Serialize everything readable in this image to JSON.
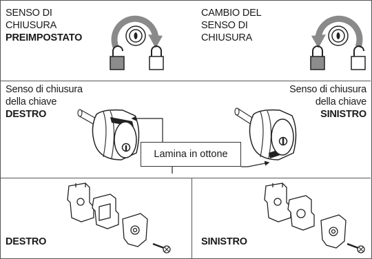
{
  "top_left": {
    "line1": "SENSO DI",
    "line2": "CHIUSURA",
    "line3": "PREIMPOSTATO"
  },
  "top_right": {
    "line1": "CAMBIO DEL",
    "line2": "SENSO DI",
    "line3": "CHIUSURA"
  },
  "middle_left": {
    "line1": "Senso di chiusura",
    "line2": "della chiave",
    "line3": "DESTRO"
  },
  "middle_right": {
    "line1": "Senso di chiusura",
    "line2": "della chiave",
    "line3": "SINISTRO"
  },
  "callout": "Lamina in ottone",
  "bottom_left_label": "DESTRO",
  "bottom_right_label": "SINISTRO",
  "colors": {
    "arrow_gray": "#8a8a8a",
    "padlock_gray": "#8c8c8c",
    "line": "#333333"
  }
}
